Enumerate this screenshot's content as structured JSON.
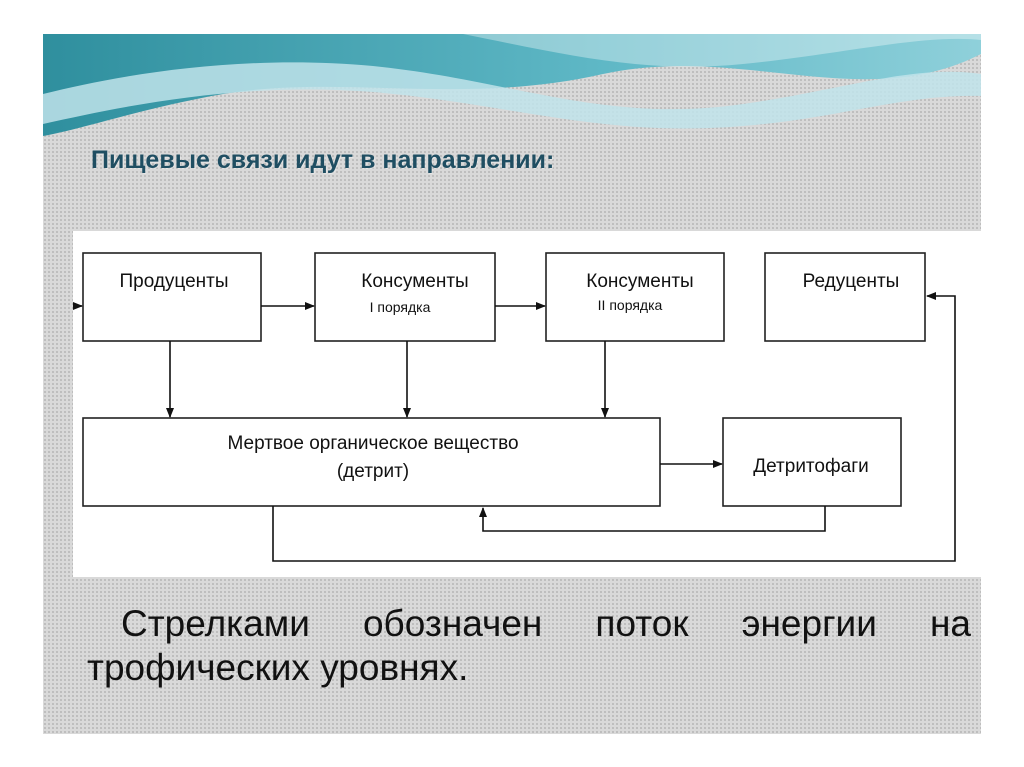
{
  "slide": {
    "title": "Пищевые связи идут в направлении:",
    "caption": "Стрелками обозначен поток энергии на трофических уровнях.",
    "accent_colors": {
      "wave_dark": "#3a9aa8",
      "wave_light": "#bfe3ea",
      "title": "#1f4e62"
    }
  },
  "diagram": {
    "nodes": {
      "producers": {
        "label": "Продуценты"
      },
      "consumers1": {
        "label": "Консументы",
        "sublabel": "I порядка"
      },
      "consumers2": {
        "label": "Консументы",
        "sublabel": "II порядка"
      },
      "reducers": {
        "label": "Редуценты"
      },
      "detritus": {
        "label": "Мертвое органическое вещество",
        "sublabel": "(детрит)"
      },
      "detritivores": {
        "label": "Детритофаги"
      }
    },
    "edges": [
      {
        "from": "external",
        "to": "producers"
      },
      {
        "from": "producers",
        "to": "consumers1"
      },
      {
        "from": "consumers1",
        "to": "consumers2"
      },
      {
        "from": "producers",
        "to": "detritus"
      },
      {
        "from": "consumers1",
        "to": "detritus"
      },
      {
        "from": "consumers2",
        "to": "detritus"
      },
      {
        "from": "detritus",
        "to": "detritivores"
      },
      {
        "from": "detritivores",
        "to": "detritus"
      },
      {
        "from": "detritus",
        "to": "reducers"
      }
    ]
  }
}
